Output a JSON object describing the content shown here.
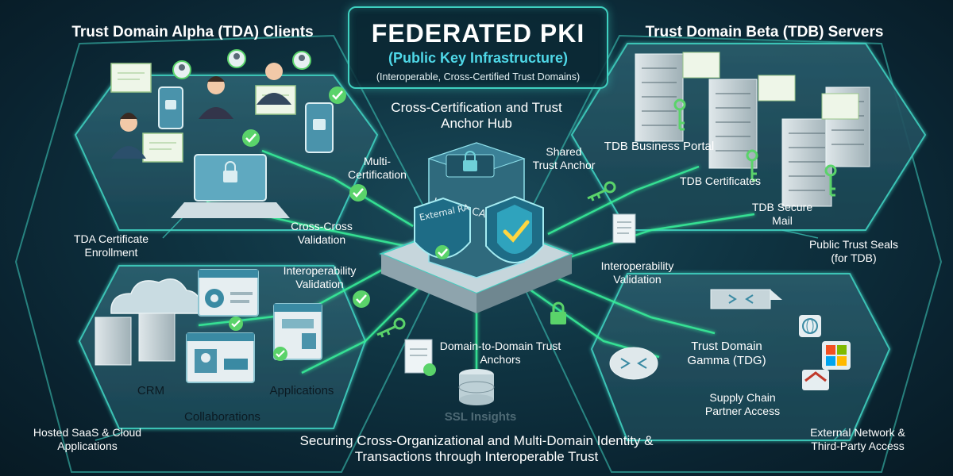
{
  "title": {
    "main": "FEDERATED PKI",
    "subtitle": "(Public Key Infrastructure)",
    "tagline": "(Interoperable, Cross-Certified Trust Domains)"
  },
  "hub": {
    "title": "Cross-Certification and Trust Anchor Hub",
    "issuing_ca": "Issuing CA",
    "external_ra": "External RA"
  },
  "sections": {
    "tda_clients": "Trust Domain Alpha (TDA) Clients",
    "tdb_servers": "Trust Domain Beta (TDB) Servers"
  },
  "labels": {
    "multi_certification": "Multi-Certification",
    "shared_trust_anchor": "Shared Trust Anchor",
    "tdb_business_portal": "TDB Business Portal",
    "tdb_certificates": "TDB Certificates",
    "tdb_secure_mail": "TDB Secure Mail",
    "public_trust_seals": "Public Trust Seals (for TDB)",
    "tda_certificate_enrollment": "TDA Certificate Enrollment",
    "cross_validation": "Cross-Cross Validation",
    "interop_validation_left": "Interoperability Validation",
    "interop_validation_right": "Interoperability Validation",
    "crm": "CRM",
    "applications": "Applications",
    "collaborations": "Collaborations",
    "domain_trust_anchors": "Domain-to-Domain Trust Anchors",
    "trust_domain_gamma": "Trust Domain Gamma (TDG)",
    "supply_chain": "Supply Chain Partner Access",
    "hosted_saas": "Hosted SaaS & Cloud Applications",
    "external_network": "External Network & Third-Party Access",
    "bottom_caption": "Securing Cross-Organizational and Multi-Domain Identity & Transactions through Interoperable Trust",
    "logo_text": "SSL Insights"
  },
  "colors": {
    "background": "#0f3442",
    "line": "#3fd0c0",
    "accent": "#4fd8e8",
    "check": "#5ad36a"
  },
  "icons": [
    "check-icon",
    "lock-icon",
    "key-icon",
    "shield-icon",
    "server-icon",
    "certificate-icon",
    "user-icon",
    "laptop-icon",
    "tablet-icon",
    "cloud-icon",
    "router-icon",
    "switch-icon",
    "database-icon",
    "document-icon",
    "gear-icon",
    "chart-icon",
    "globe-icon",
    "windows-logo-icon"
  ]
}
